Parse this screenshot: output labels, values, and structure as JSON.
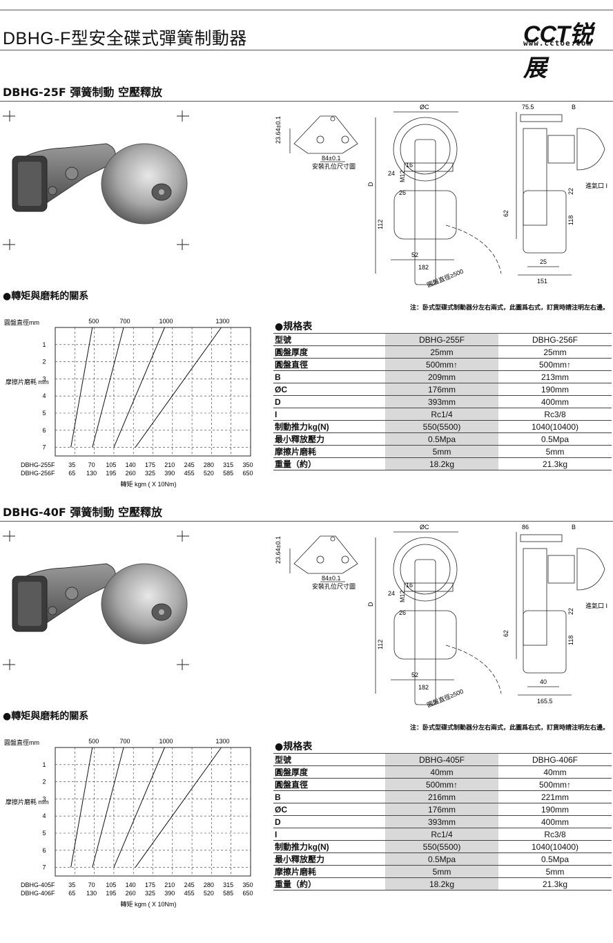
{
  "page_title": "DBHG-F型安全碟式彈簧制動器",
  "logo": {
    "text": "CCT锐展",
    "url": "www.cctoe.com"
  },
  "sections": [
    {
      "title": "DBHG-25F 彈簧制動 空壓釋放",
      "chart_heading": "●轉矩與磨耗的關系",
      "spec_heading": "●規格表",
      "note": "注：卧式型碟式制動器分左右兩式，此圖爲右式，訂貨時請注明左右邊。",
      "drawing": {
        "mount_caption": "安裝孔位尺寸圖",
        "dim_2364": "23.64±0.1",
        "dim_84": "84±0.1",
        "dim_oc": "ØC",
        "dim_d": "D",
        "dim_m12": "M12",
        "dim_16": "16",
        "dim_24": "24",
        "dim_26": "26",
        "dim_112": "112",
        "dim_52": "52",
        "dim_182": "182",
        "dim_disc": "圓盤直徑≥500",
        "dim_side_top": "75.5",
        "dim_b": "B",
        "dim_air": "進氣口 I",
        "dim_22": "22",
        "dim_62": "62",
        "dim_118": "118",
        "dim_side_small": "25",
        "dim_side_total": "151"
      },
      "table": {
        "header": [
          "型號",
          "DBHG-255F",
          "DBHG-256F"
        ],
        "rows": [
          [
            "圓盤厚度",
            "25mm",
            "25mm"
          ],
          [
            "圓盤直徑",
            "500mm↑",
            "500mm↑"
          ],
          [
            "B",
            "209mm",
            "213mm"
          ],
          [
            "ØC",
            "176mm",
            "190mm"
          ],
          [
            "D",
            "393mm",
            "400mm"
          ],
          [
            "I",
            "Rc1/4",
            "Rc3/8"
          ],
          [
            "制動推力kg(N)",
            "550(5500)",
            "1040(10400)"
          ],
          [
            "最小釋放壓力",
            "0.5Mpa",
            "0.5Mpa"
          ],
          [
            "摩擦片磨耗",
            "5mm",
            "5mm"
          ],
          [
            "重量（約）",
            "18.2kg",
            "21.3kg"
          ]
        ]
      },
      "chart_data": {
        "type": "line",
        "title": "",
        "ylabel_top": "圓盤直徑mm",
        "ylabel": "摩擦片磨耗 mm",
        "xlabel": "轉矩 kgm ( X 10Nm)",
        "y_ticks": [
          "1",
          "2",
          "3",
          "4",
          "5",
          "6",
          "7"
        ],
        "x_row1_label": "DBHG-255F",
        "x_row1": [
          "35",
          "70",
          "105",
          "140",
          "175",
          "210",
          "245",
          "280",
          "315",
          "350"
        ],
        "x_row2_label": "DBHG-256F",
        "x_row2": [
          "65",
          "130",
          "195",
          "260",
          "325",
          "390",
          "455",
          "520",
          "585",
          "650"
        ],
        "series": [
          {
            "name": "500",
            "points": [
              [
                1.9,
                0
              ],
              [
                0.8,
                7
              ]
            ]
          },
          {
            "name": "700",
            "points": [
              [
                3.5,
                0
              ],
              [
                1.9,
                7
              ]
            ]
          },
          {
            "name": "1000",
            "points": [
              [
                5.6,
                0
              ],
              [
                3.0,
                7
              ]
            ]
          },
          {
            "name": "1300",
            "points": [
              [
                8.5,
                0
              ],
              [
                4.1,
                7
              ]
            ]
          }
        ],
        "xlim": [
          0,
          10
        ],
        "ylim": [
          0,
          7.5
        ],
        "grid": true
      }
    },
    {
      "title": "DBHG-40F 彈簧制動 空壓釋放",
      "chart_heading": "●轉矩與磨耗的關系",
      "spec_heading": "●規格表",
      "note": "注：卧式型碟式制動器分左右兩式，此圖爲右式，訂貨時請注明左右邊。",
      "drawing": {
        "mount_caption": "安裝孔位尺寸圖",
        "dim_2364": "23.64±0.1",
        "dim_84": "84±0.1",
        "dim_oc": "ØC",
        "dim_d": "D",
        "dim_m12": "M12",
        "dim_16": "16",
        "dim_24": "24",
        "dim_26": "26",
        "dim_112": "112",
        "dim_52": "52",
        "dim_182": "182",
        "dim_disc": "圓盤直徑≥500",
        "dim_side_top": "86",
        "dim_b": "B",
        "dim_air": "進氣口 I",
        "dim_22": "22",
        "dim_62": "62",
        "dim_118": "118",
        "dim_side_small": "40",
        "dim_side_total": "165.5"
      },
      "table": {
        "header": [
          "型號",
          "DBHG-405F",
          "DBHG-406F"
        ],
        "rows": [
          [
            "圓盤厚度",
            "40mm",
            "40mm"
          ],
          [
            "圓盤直徑",
            "500mm↑",
            "500mm↑"
          ],
          [
            "B",
            "216mm",
            "221mm"
          ],
          [
            "ØC",
            "176mm",
            "190mm"
          ],
          [
            "D",
            "393mm",
            "400mm"
          ],
          [
            "I",
            "Rc1/4",
            "Rc3/8"
          ],
          [
            "制動推力kg(N)",
            "550(5500)",
            "1040(10400)"
          ],
          [
            "最小釋放壓力",
            "0.5Mpa",
            "0.5Mpa"
          ],
          [
            "摩擦片磨耗",
            "5mm",
            "5mm"
          ],
          [
            "重量（約）",
            "18.2kg",
            "21.3kg"
          ]
        ]
      },
      "chart_data": {
        "type": "line",
        "title": "",
        "ylabel_top": "圓盤直徑mm",
        "ylabel": "摩擦片磨耗 mm",
        "xlabel": "轉矩 kgm ( X 10Nm)",
        "y_ticks": [
          "1",
          "2",
          "3",
          "4",
          "5",
          "6",
          "7"
        ],
        "x_row1_label": "DBHG-405F",
        "x_row1": [
          "35",
          "70",
          "105",
          "140",
          "175",
          "210",
          "245",
          "280",
          "315",
          "350"
        ],
        "x_row2_label": "DBHG-406F",
        "x_row2": [
          "65",
          "130",
          "195",
          "260",
          "325",
          "390",
          "455",
          "520",
          "585",
          "650"
        ],
        "series": [
          {
            "name": "500",
            "points": [
              [
                1.9,
                0
              ],
              [
                0.8,
                7
              ]
            ]
          },
          {
            "name": "700",
            "points": [
              [
                3.5,
                0
              ],
              [
                1.9,
                7
              ]
            ]
          },
          {
            "name": "1000",
            "points": [
              [
                5.6,
                0
              ],
              [
                3.0,
                7
              ]
            ]
          },
          {
            "name": "1300",
            "points": [
              [
                8.5,
                0
              ],
              [
                4.1,
                7
              ]
            ]
          }
        ],
        "xlim": [
          0,
          10
        ],
        "ylim": [
          0,
          7.5
        ],
        "grid": true
      }
    }
  ]
}
